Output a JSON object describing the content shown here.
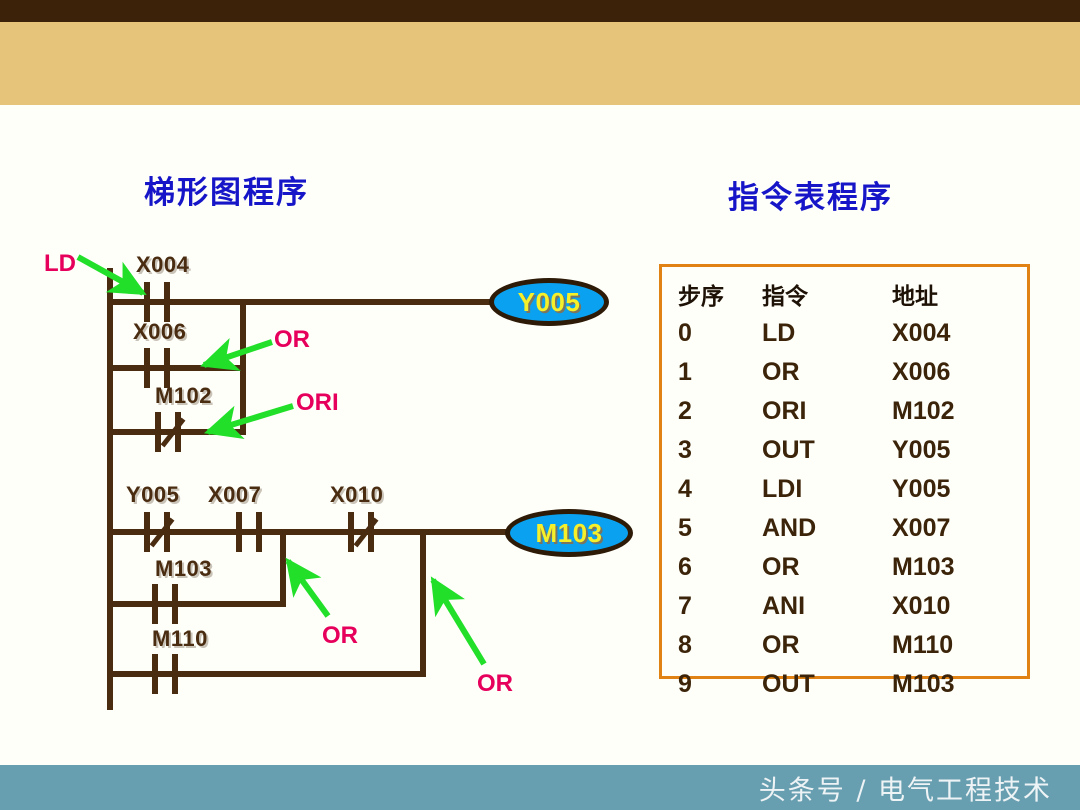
{
  "slide": {
    "ladder_title": "梯形图程序",
    "list_title": "指令表程序"
  },
  "ladder": {
    "annotations": [
      {
        "id": "ld",
        "label": "LD"
      },
      {
        "id": "or1",
        "label": "OR"
      },
      {
        "id": "ori1",
        "label": "ORI"
      },
      {
        "id": "or2",
        "label": "OR"
      },
      {
        "id": "or3",
        "label": "OR"
      }
    ],
    "rung1": {
      "contacts": [
        {
          "device": "X004",
          "type": "NO"
        },
        {
          "device": "X006",
          "type": "NO"
        },
        {
          "device": "M102",
          "type": "NC"
        }
      ],
      "coil": "Y005"
    },
    "rung2": {
      "contacts": [
        {
          "device": "Y005",
          "type": "NC"
        },
        {
          "device": "X007",
          "type": "NO"
        },
        {
          "device": "X010",
          "type": "NC"
        },
        {
          "device": "M103",
          "type": "NO"
        },
        {
          "device": "M110",
          "type": "NO"
        }
      ],
      "coil": "M103"
    }
  },
  "instruction_table": {
    "headers": {
      "step": "步序",
      "instruction": "指令",
      "address": "地址"
    },
    "rows": [
      {
        "step": "0",
        "instruction": "LD",
        "address": "X004",
        "highlight": false
      },
      {
        "step": "1",
        "instruction": "OR",
        "address": "X006",
        "highlight": true
      },
      {
        "step": "2",
        "instruction": "ORI",
        "address": "M102",
        "highlight": true
      },
      {
        "step": "3",
        "instruction": "OUT",
        "address": "Y005",
        "highlight": false
      },
      {
        "step": "4",
        "instruction": "LDI",
        "address": "Y005",
        "highlight": false
      },
      {
        "step": "5",
        "instruction": "AND",
        "address": "X007",
        "highlight": false
      },
      {
        "step": "6",
        "instruction": "OR",
        "address": "M103",
        "highlight": true
      },
      {
        "step": "7",
        "instruction": "ANI",
        "address": "X010",
        "highlight": false
      },
      {
        "step": "8",
        "instruction": "OR",
        "address": "M110",
        "highlight": true
      },
      {
        "step": "9",
        "instruction": "OUT",
        "address": "M103",
        "highlight": false
      }
    ]
  },
  "footer": {
    "text": "头条号 / 电气工程技术"
  },
  "colors": {
    "header_dark": "#3d220a",
    "header_tan": "#e6c57b",
    "title_blue": "#1616c8",
    "wire_brown": "#4a2c11",
    "coil_fill": "#0aa2f0",
    "coil_text": "#f5f02a",
    "annotation_magenta": "#e6005c",
    "arrow_green": "#22e02a",
    "table_border": "#e08214",
    "table_highlight": "#ee0000",
    "footer_teal": "#689fb0"
  }
}
